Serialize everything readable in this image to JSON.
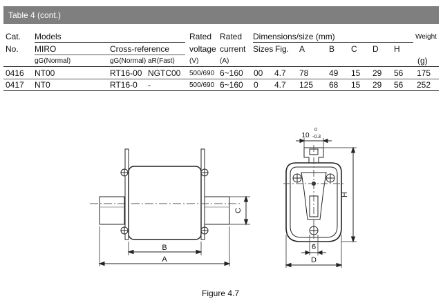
{
  "banner": {
    "title": "Table 4 (cont.)"
  },
  "table": {
    "h_cat": "Cat.",
    "h_no": "No.",
    "h_models": "Models",
    "h_miro": "MIRO",
    "h_crossref": "Cross-reference",
    "h_rated1": "Rated",
    "h_voltage": "voltage",
    "h_rated2": "Rated",
    "h_current": "current",
    "h_dimensions": "Dimensions/size (mm)",
    "h_sizes": "Sizes",
    "h_fig": "Fig.",
    "h_A": "A",
    "h_B": "B",
    "h_C": "C",
    "h_D": "D",
    "h_H": "H",
    "h_weight": "Weight",
    "u_gg1": "gG(Normal)",
    "u_gg2": "gG(Normal)",
    "u_ar": "aR(Fast)",
    "u_v": "(V)",
    "u_a": "(A)",
    "u_g": "(g)",
    "rows": [
      {
        "cat": "0416",
        "miro": "NT00",
        "gg": "RT16-00",
        "ar": "NGTC00",
        "voltage": "500/690",
        "current": "6~160",
        "size": "00",
        "fig": "4.7",
        "A": "78",
        "B": "49",
        "C": "15",
        "D": "29",
        "H": "56",
        "weight": "175"
      },
      {
        "cat": "0417",
        "miro": "NT0",
        "gg": "RT16-0",
        "ar": "-",
        "voltage": "500/690",
        "current": "6~160",
        "size": "0",
        "fig": "4.7",
        "A": "125",
        "B": "68",
        "C": "15",
        "D": "29",
        "H": "56",
        "weight": "252"
      }
    ]
  },
  "figure": {
    "dim_A": "A",
    "dim_B": "B",
    "dim_C": "C",
    "dim_D": "D",
    "dim_H": "H",
    "dim_6": "6",
    "dim_10": "10",
    "tol_upper": "0",
    "tol_lower": "-0.3",
    "caption": "Figure 4.7"
  }
}
